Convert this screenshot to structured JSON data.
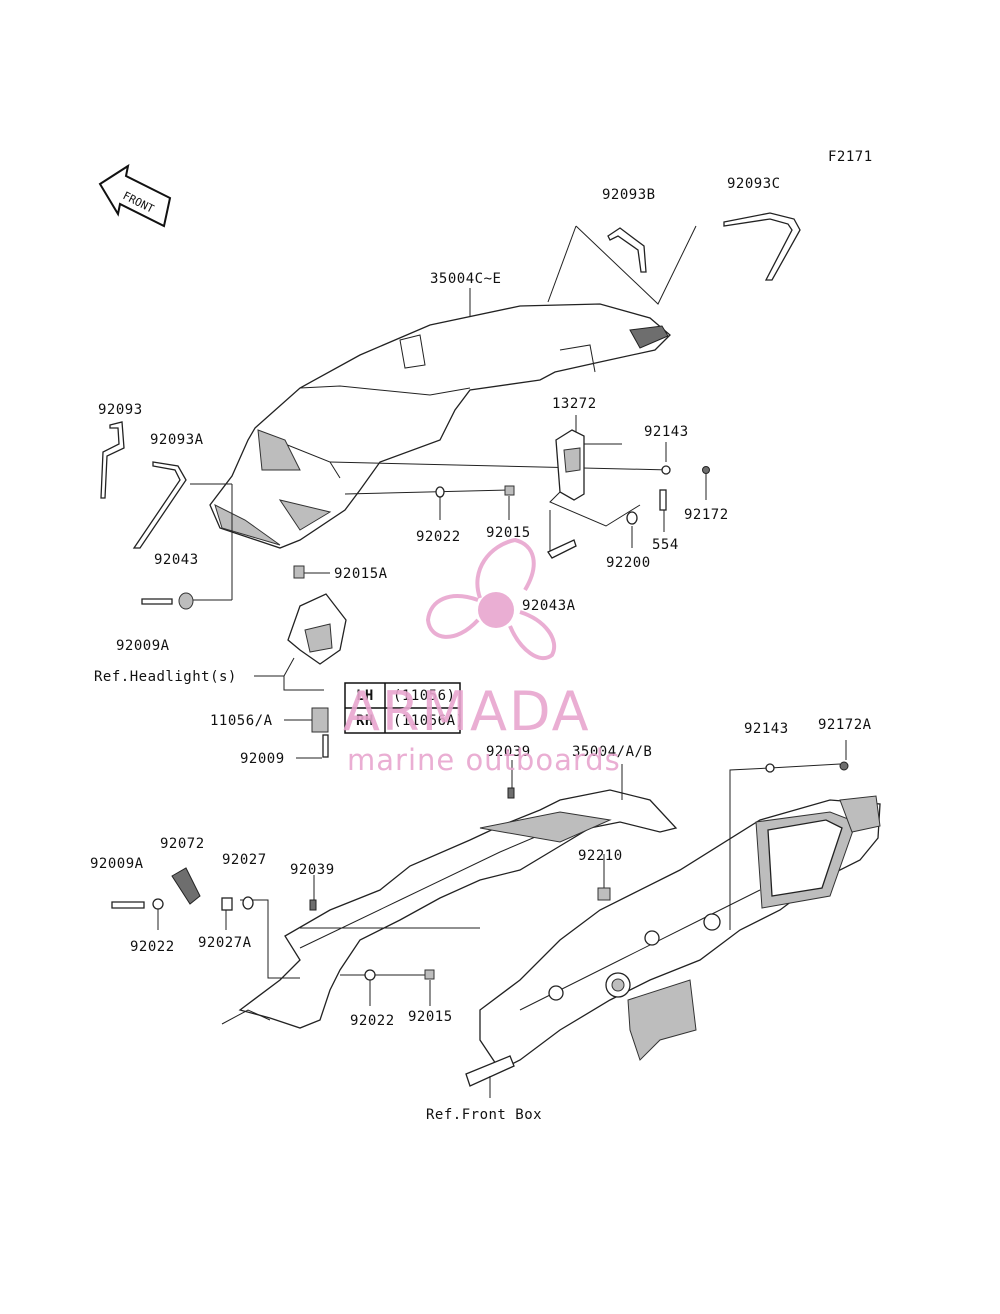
{
  "figure_code": "F2171",
  "front_arrow_label": "FRONT",
  "labels": {
    "p92093B": "92093B",
    "p92093C": "92093C",
    "p35004C_E": "35004C~E",
    "p92093": "92093",
    "p92093A": "92093A",
    "p13272": "13272",
    "p92143_top": "92143",
    "p92172": "92172",
    "p554": "554",
    "p92200": "92200",
    "p92022_top": "92022",
    "p92015_top": "92015",
    "p92015A": "92015A",
    "p92043": "92043",
    "p92043A": "92043A",
    "p92009A_top": "92009A",
    "ref_headlight": "Ref.Headlight(s)",
    "p11056_A": "11056/A",
    "p92009": "92009",
    "p92039_top": "92039",
    "p35004_AB": "35004/A/B",
    "p92143_right": "92143",
    "p92172A": "92172A",
    "p92210": "92210",
    "p92072": "92072",
    "p92027": "92027",
    "p92039_left": "92039",
    "p92009A_bottom": "92009A",
    "p92022_left": "92022",
    "p92027A": "92027A",
    "p92022_bottom": "92022",
    "p92015_bottom": "92015",
    "ref_front_box": "Ref.Front Box"
  },
  "side_table": {
    "rows": [
      {
        "side": "LH",
        "part": "(11056)"
      },
      {
        "side": "RH",
        "part": "(11056A)"
      }
    ]
  },
  "watermark": {
    "brand": "ARMADA",
    "tagline": "marine outboards",
    "color": "#e8a6cf"
  }
}
